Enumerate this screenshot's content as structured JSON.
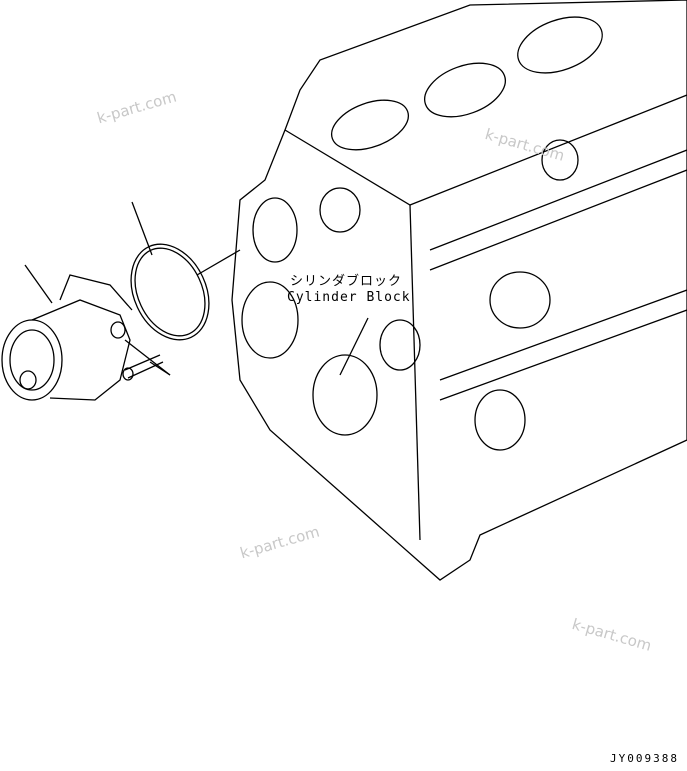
{
  "diagram": {
    "labels": {
      "part_jp": "シリンダブロック",
      "part_en": "Cylinder Block"
    },
    "drawing_code": "JY009388",
    "watermarks": [
      "k-part.com",
      "k-part.com",
      "k-part.com",
      "k-part.com"
    ],
    "components": [
      "water-pump",
      "o-ring",
      "bolt",
      "cylinder-block"
    ]
  }
}
